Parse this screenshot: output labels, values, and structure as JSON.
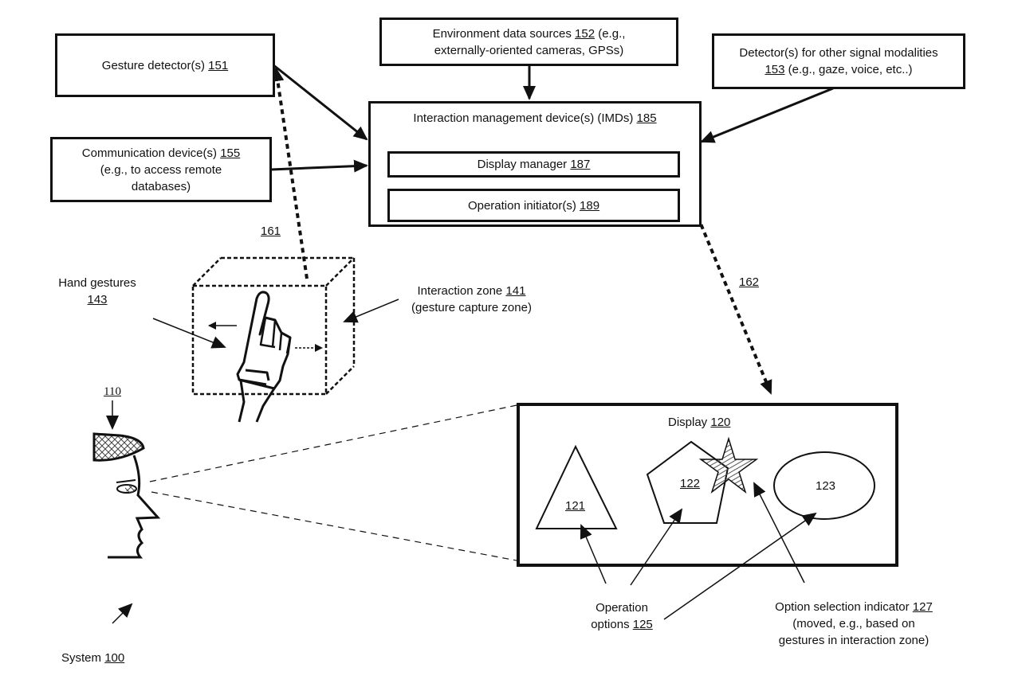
{
  "boxes": {
    "gesture_detector": {
      "text": "Gesture detector(s)",
      "ref": "151"
    },
    "environment_sources": {
      "line1_text": "Environment data sources",
      "ref": "152",
      "line1_tail": "(e.g.,",
      "line2": "externally-oriented cameras, GPSs)"
    },
    "other_detectors": {
      "line1": "Detector(s) for other signal modalities",
      "ref": "153",
      "line2_tail": "(e.g., gaze, voice, etc..)"
    },
    "communication": {
      "line1_text": "Communication device(s)",
      "ref": "155",
      "line2": "(e.g., to access remote",
      "line3": "databases)"
    },
    "imd": {
      "title": "Interaction management device(s) (IMDs)",
      "ref": "185",
      "display_manager": {
        "text": "Display manager",
        "ref": "187"
      },
      "operation_initiator": {
        "text": "Operation initiator(s)",
        "ref": "189"
      }
    }
  },
  "labels": {
    "link_161": "161",
    "link_162": "162",
    "hand_gestures": {
      "text": "Hand gestures",
      "ref": "143"
    },
    "interaction_zone": {
      "line1_text": "Interaction zone",
      "ref": "141",
      "line2": "(gesture capture zone)"
    },
    "user_ref": "110",
    "system": {
      "text": "System",
      "ref": "100"
    },
    "operation_options": {
      "line1": "Operation",
      "line2_text": "options",
      "ref": "125"
    },
    "option_indicator": {
      "line1_text": "Option selection indicator",
      "ref": "127",
      "line2": "(moved, e.g., based on",
      "line3": "gestures in interaction zone)"
    }
  },
  "display": {
    "title": "Display",
    "ref": "120",
    "options": [
      {
        "shape": "triangle",
        "ref": "121",
        "underlined": true
      },
      {
        "shape": "pentagon",
        "ref": "122",
        "underlined": true
      },
      {
        "shape": "ellipse",
        "ref": "123",
        "underlined": false
      }
    ],
    "indicator_shape": "star"
  }
}
